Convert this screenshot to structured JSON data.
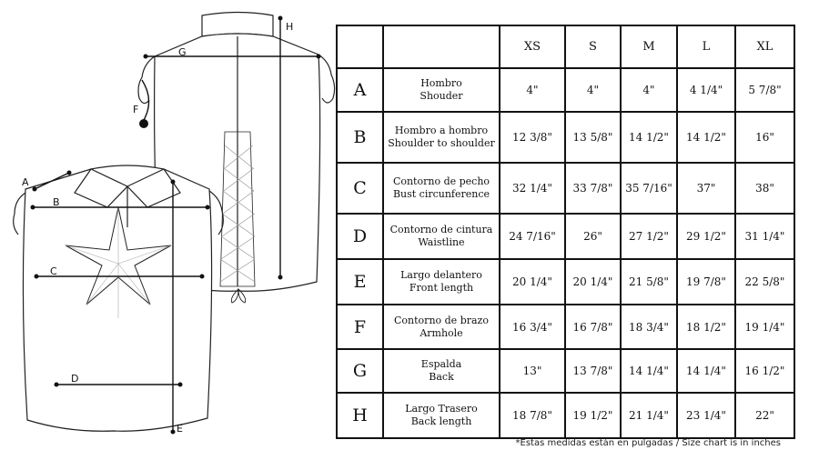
{
  "illustration": {
    "labels": [
      "A",
      "B",
      "C",
      "D",
      "E",
      "F",
      "G",
      "H"
    ]
  },
  "table": {
    "headers": [
      "",
      "",
      "XS",
      "S",
      "M",
      "L",
      "XL"
    ],
    "rows": [
      {
        "letter": "A",
        "es": "Hombro",
        "en": "Shouder",
        "values": [
          "4\"",
          "4\"",
          "4\"",
          "4 1/4\"",
          "5 7/8\""
        ]
      },
      {
        "letter": "B",
        "es": "Hombro a hombro",
        "en": "Shoulder to shoulder",
        "values": [
          "12 3/8\"",
          "13 5/8\"",
          "14 1/2\"",
          "14 1/2\"",
          "16\""
        ]
      },
      {
        "letter": "C",
        "es": "Contorno de pecho",
        "en": "Bust circunference",
        "values": [
          "32 1/4\"",
          "33 7/8\"",
          "35 7/16\"",
          "37\"",
          "38\""
        ]
      },
      {
        "letter": "D",
        "es": "Contorno de cintura",
        "en": "Waistline",
        "values": [
          "24 7/16\"",
          "26\"",
          "27 1/2\"",
          "29 1/2\"",
          "31 1/4\""
        ]
      },
      {
        "letter": "E",
        "es": "Largo delantero",
        "en": "Front length",
        "values": [
          "20 1/4\"",
          "20 1/4\"",
          "21 5/8\"",
          "19 7/8\"",
          "22 5/8\""
        ]
      },
      {
        "letter": "F",
        "es": "Contorno de brazo",
        "en": "Armhole",
        "values": [
          "16 3/4\"",
          "16 7/8\"",
          "18 3/4\"",
          "18 1/2\"",
          "19 1/4\""
        ]
      },
      {
        "letter": "G",
        "es": "Espalda",
        "en": "Back",
        "values": [
          "13\"",
          "13 7/8\"",
          "14 1/4\"",
          "14 1/4\"",
          "16 1/2\""
        ]
      },
      {
        "letter": "H",
        "es": "Largo Trasero",
        "en": "Back length",
        "values": [
          "18 7/8\"",
          "19 1/2\"",
          "21 1/4\"",
          "23 1/4\"",
          "22\""
        ]
      }
    ]
  },
  "footnote": "*Estas medidas están en pulgadas / Size chart is in inches"
}
